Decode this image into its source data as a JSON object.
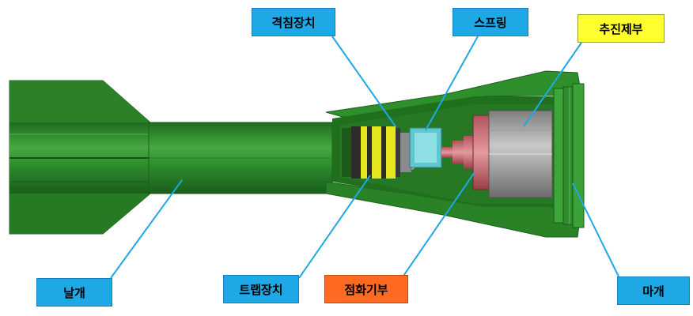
{
  "labels": {
    "striker": "격침장치",
    "spring": "스프링",
    "propulsion": "추진제부",
    "fin": "날개",
    "trap": "트랩장치",
    "igniter": "점화기부",
    "cap": "마개"
  },
  "colors": {
    "body_green": "#2d8c2b",
    "dark_green": "#1f6b1e",
    "light_green": "#4eb048",
    "label_blue": "#1fa8e6",
    "label_yellow": "#ffff2e",
    "label_orange": "#ff6a22",
    "leader_line": "#1fa8e6"
  }
}
